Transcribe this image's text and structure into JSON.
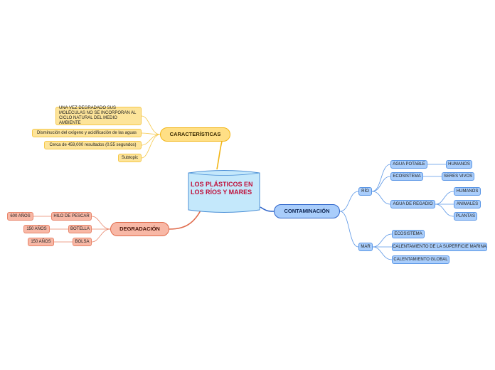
{
  "central": {
    "title": "LOS PLÁSTICOS EN LOS RÍOS Y MARES"
  },
  "caracteristicas": {
    "label": "CARACTERÍSTICAS",
    "items": [
      "UNA VEZ DEGRADADO SUS MOLÉCULAS NO SE INCORPORAN AL CICLO NATURAL DEL MEDIO AMBIENTE",
      "Disminución del oxígeno y acidificación de las aguas",
      "Cerca de 459,000 resultados (0.55 segundos)",
      "Subtopic"
    ]
  },
  "degradacion": {
    "label": "DEGRADACIÓN",
    "items": [
      {
        "label": "HILO DE PESCAR",
        "years": "600 AÑOS"
      },
      {
        "label": "BOTELLA",
        "years": "150 AÑOS"
      },
      {
        "label": "BOLSA",
        "years": "150 AÑOS"
      }
    ]
  },
  "contaminacion": {
    "label": "CONTAMINACIÓN",
    "rio": {
      "label": "RÍO",
      "agua_potable": "AGUA POTABLE",
      "humanos": "HUMANOS",
      "ecosistema": "ECOSISTEMA",
      "seres_vivos": "SERES VIVOS",
      "agua_regadio": "AGUA DE REGADIO",
      "regadio_items": [
        "HUMANOS",
        "ANIMALES",
        "PLANTAS"
      ]
    },
    "mar": {
      "label": "MAR",
      "items": [
        "ECOSISTEMA",
        "CALENTAMIENTO DE LA SUPERFICIE MARINA",
        "CALENTAMIENTO GLOBAL"
      ]
    }
  },
  "colors": {
    "yellow_branch": "#f2b515",
    "blue_branch": "#2c63c9",
    "red_branch": "#e06b4c",
    "central_fill": "#c4e8fb",
    "title_color": "#c0123c"
  }
}
